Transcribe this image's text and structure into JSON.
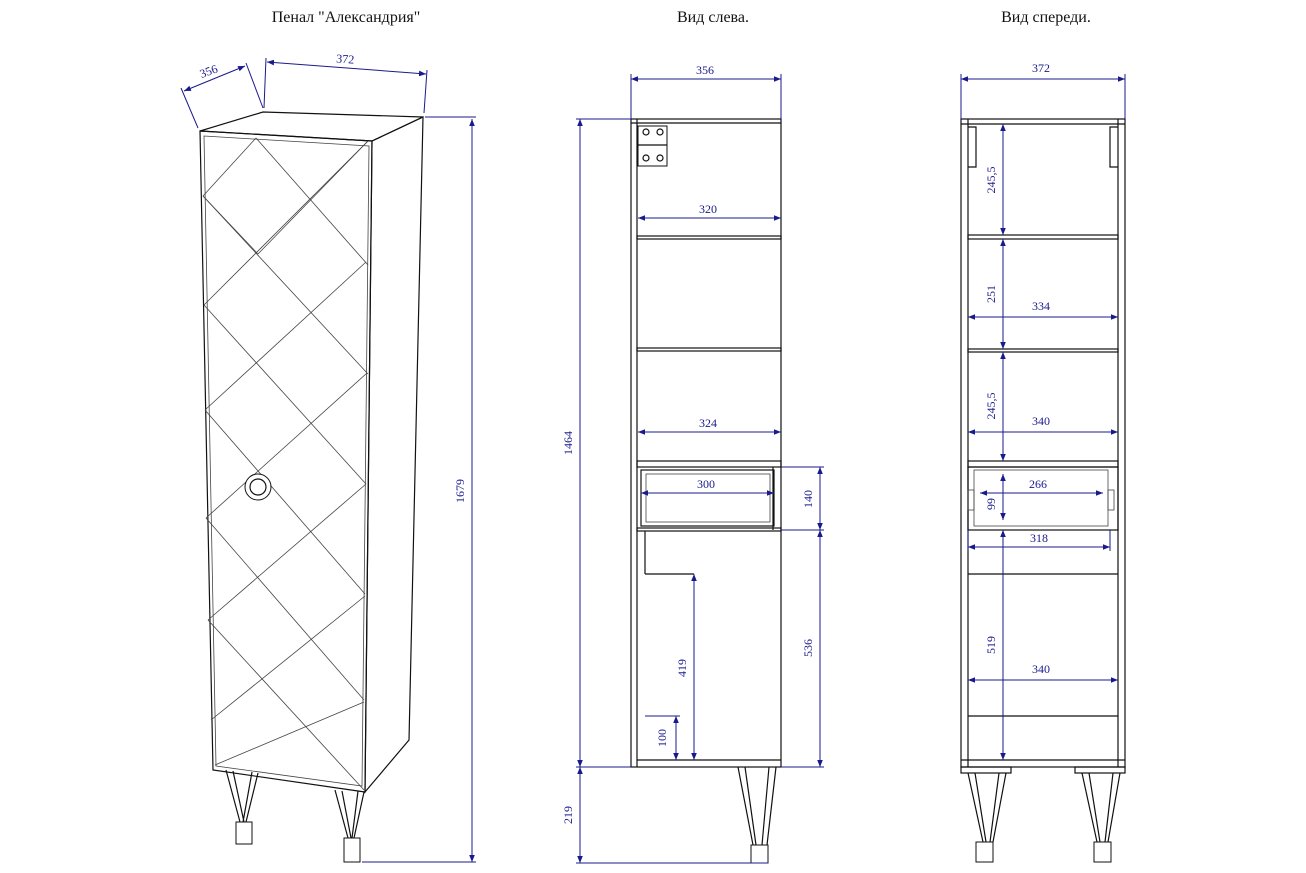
{
  "titles": {
    "perspective": "Пенал \"Александрия\"",
    "left_view": "Вид слева.",
    "front_view": "Вид спереди."
  },
  "perspective_dims": {
    "depth": "356",
    "width": "372",
    "total_height": "1679"
  },
  "left_view_dims": {
    "depth": "356",
    "total_body": "1464",
    "legs": "219",
    "top_shelf": "320",
    "mid_shelf": "324",
    "drawer_inner": "300",
    "drawer_height": "140",
    "lower_section": "536",
    "inner_height": "419",
    "plinth": "100"
  },
  "front_view_dims": {
    "width": "372",
    "top_gap": "245,5",
    "second_gap": "251",
    "third_gap": "245,5",
    "shelf_width_1": "334",
    "shelf_width_2": "340",
    "drawer_inner_w": "266",
    "drawer_inner_h": "99",
    "drawer_outer_w": "318",
    "lower_gap": "519",
    "bottom_shelf_w": "340"
  },
  "colors": {
    "dimension": "#1a1a8c",
    "outline": "#111111"
  }
}
